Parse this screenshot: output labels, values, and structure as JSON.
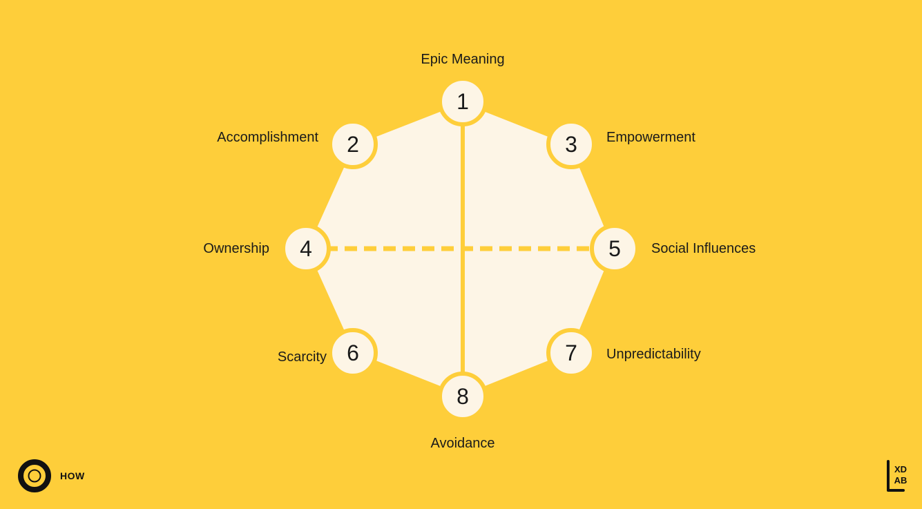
{
  "colors": {
    "background": "#FECE3A",
    "shape_fill": "#FDF5E6",
    "line": "#FECE3A",
    "text": "#1a1a1a"
  },
  "nodes": [
    {
      "number": "1",
      "label": "Epic Meaning"
    },
    {
      "number": "2",
      "label": "Accomplishment"
    },
    {
      "number": "3",
      "label": "Empowerment"
    },
    {
      "number": "4",
      "label": "Ownership"
    },
    {
      "number": "5",
      "label": "Social Influences"
    },
    {
      "number": "6",
      "label": "Scarcity"
    },
    {
      "number": "7",
      "label": "Unpredictability"
    },
    {
      "number": "8",
      "label": "Avoidance"
    }
  ],
  "footer": {
    "brand_icon": "ring-logo-icon",
    "brand_text": "HOW",
    "logo_icon": "lxdab-logo-icon",
    "logo_text": "XDAB"
  }
}
